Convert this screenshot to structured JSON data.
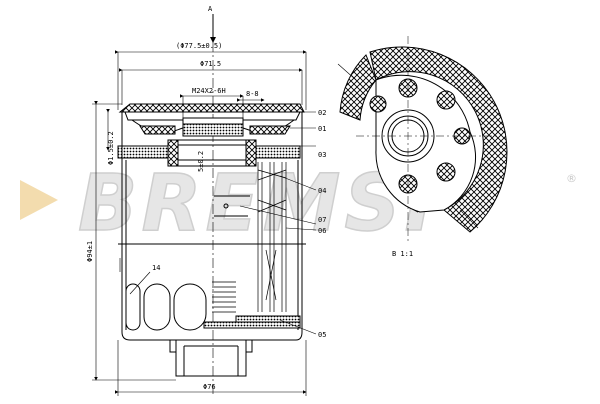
{
  "watermark": {
    "text": "BREMSI",
    "registered": "®",
    "arrow_color": "#f3dcae"
  },
  "colors": {
    "line": "#000000",
    "watermark": "#e3e3e3"
  },
  "labels": {
    "view_a": "A",
    "dim_outer_seal": "(Φ77.5±0.5)",
    "dim_inner": "Φ71.5",
    "thread": "M24X2-6H",
    "dim_88": "8-8",
    "dim_left_small": "Φ1.5±0.2",
    "dim_height_small": "5±0.2",
    "dim_height": "Φ94±1",
    "dim_bottom": "Φ76",
    "pos_14": "14",
    "section_b": "B 1:1"
  },
  "parts": [
    {
      "label": "02"
    },
    {
      "label": "01"
    },
    {
      "label": "03"
    },
    {
      "label": "04"
    },
    {
      "label": "07"
    },
    {
      "label": "06"
    },
    {
      "label": "05"
    }
  ]
}
